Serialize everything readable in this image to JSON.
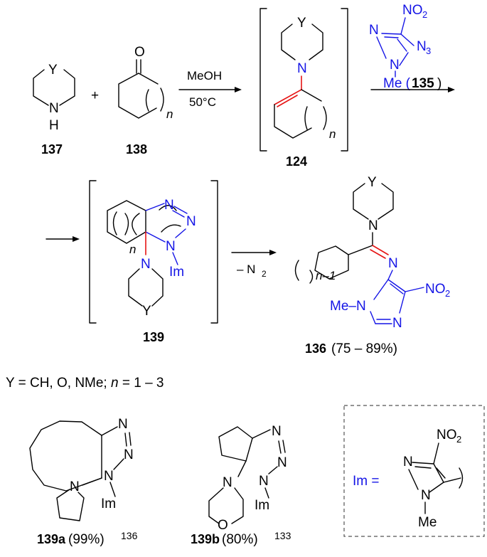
{
  "labels": {
    "c137": "137",
    "c138": "138",
    "c124": "124",
    "c139": "139",
    "c136": "136",
    "c136_yield": "(75 – 89%)",
    "c135": "135",
    "c139a": "139a",
    "c139a_yield": "(99%)",
    "c139a_ref": "136",
    "c139b": "139b",
    "c139b_yield": "(80%)",
    "c139b_ref": "133"
  },
  "atoms": {
    "Y": "Y",
    "N": "N",
    "H": "H",
    "O": "O",
    "n": "n",
    "n_minus_1": "n–1",
    "Me": "Me",
    "Im": "Im",
    "NO2": "NO",
    "NO2_sub": "2",
    "N3": "N",
    "N3_sub": "3",
    "Me_dash_N": "Me–N"
  },
  "conditions": {
    "solvent": "MeOH",
    "temperature": "50°C",
    "reagent_name": "Me (",
    "reagent_close": ")",
    "n2_loss": "– N",
    "n2_sub": "2",
    "plus": "+"
  },
  "footnote": {
    "substituents": "Y = CH, O, NMe; ",
    "n_var": "n",
    "range": " = 1 – 3"
  },
  "legend": {
    "im_eq": "Im = "
  },
  "colors": {
    "bond": "#000000",
    "heteroatom": "#1414e6",
    "new_bond": "#e61414"
  }
}
